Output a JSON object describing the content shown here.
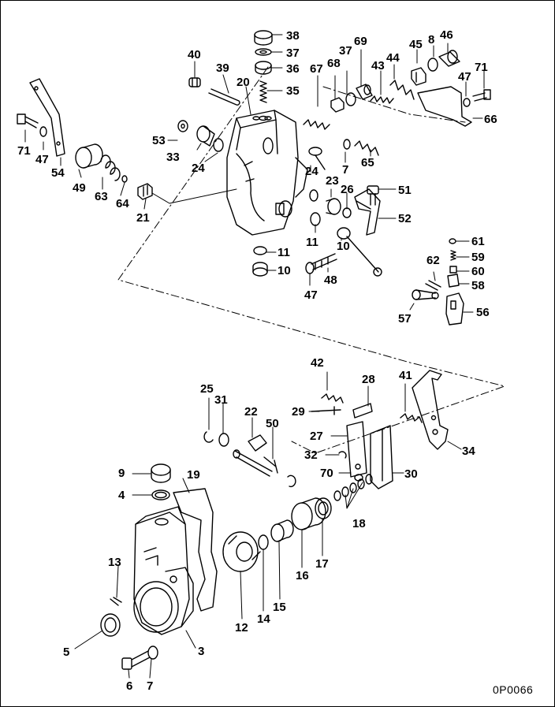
{
  "drawing_code": "0P0066",
  "callouts": {
    "c38": "38",
    "c37": "37",
    "c36": "36",
    "c35": "35",
    "c40": "40",
    "c39": "39",
    "c20": "20",
    "c67": "67",
    "c68": "68",
    "c37b": "37",
    "c69": "69",
    "c43": "43",
    "c44": "44",
    "c45": "45",
    "c8": "8",
    "c46": "46",
    "c47a": "47",
    "c71a": "71",
    "c66": "66",
    "c71b": "71",
    "c47b": "47",
    "c54": "54",
    "c53": "53",
    "c33": "33",
    "c24a": "24",
    "c24b": "24",
    "c7a": "7",
    "c65": "65",
    "c49": "49",
    "c63": "63",
    "c64": "64",
    "c21": "21",
    "c23": "23",
    "c26": "26",
    "c51": "51",
    "c52": "52",
    "c11a": "11",
    "c11b": "11",
    "c10a": "10",
    "c10b": "10",
    "c47c": "47",
    "c48": "48",
    "c61": "61",
    "c59": "59",
    "c60": "60",
    "c58": "58",
    "c62": "62",
    "c57": "57",
    "c56": "56",
    "c42": "42",
    "c28": "28",
    "c41": "41",
    "c25": "25",
    "c31": "31",
    "c22": "22",
    "c50": "50",
    "c29": "29",
    "c27": "27",
    "c32": "32",
    "c70": "70",
    "c30": "30",
    "c34": "34",
    "c9": "9",
    "c19": "19",
    "c4": "4",
    "c13": "13",
    "c18": "18",
    "c16": "16",
    "c17": "17",
    "c15": "15",
    "c14": "14",
    "c12": "12",
    "c5": "5",
    "c3": "3",
    "c6": "6",
    "c7b": "7"
  }
}
